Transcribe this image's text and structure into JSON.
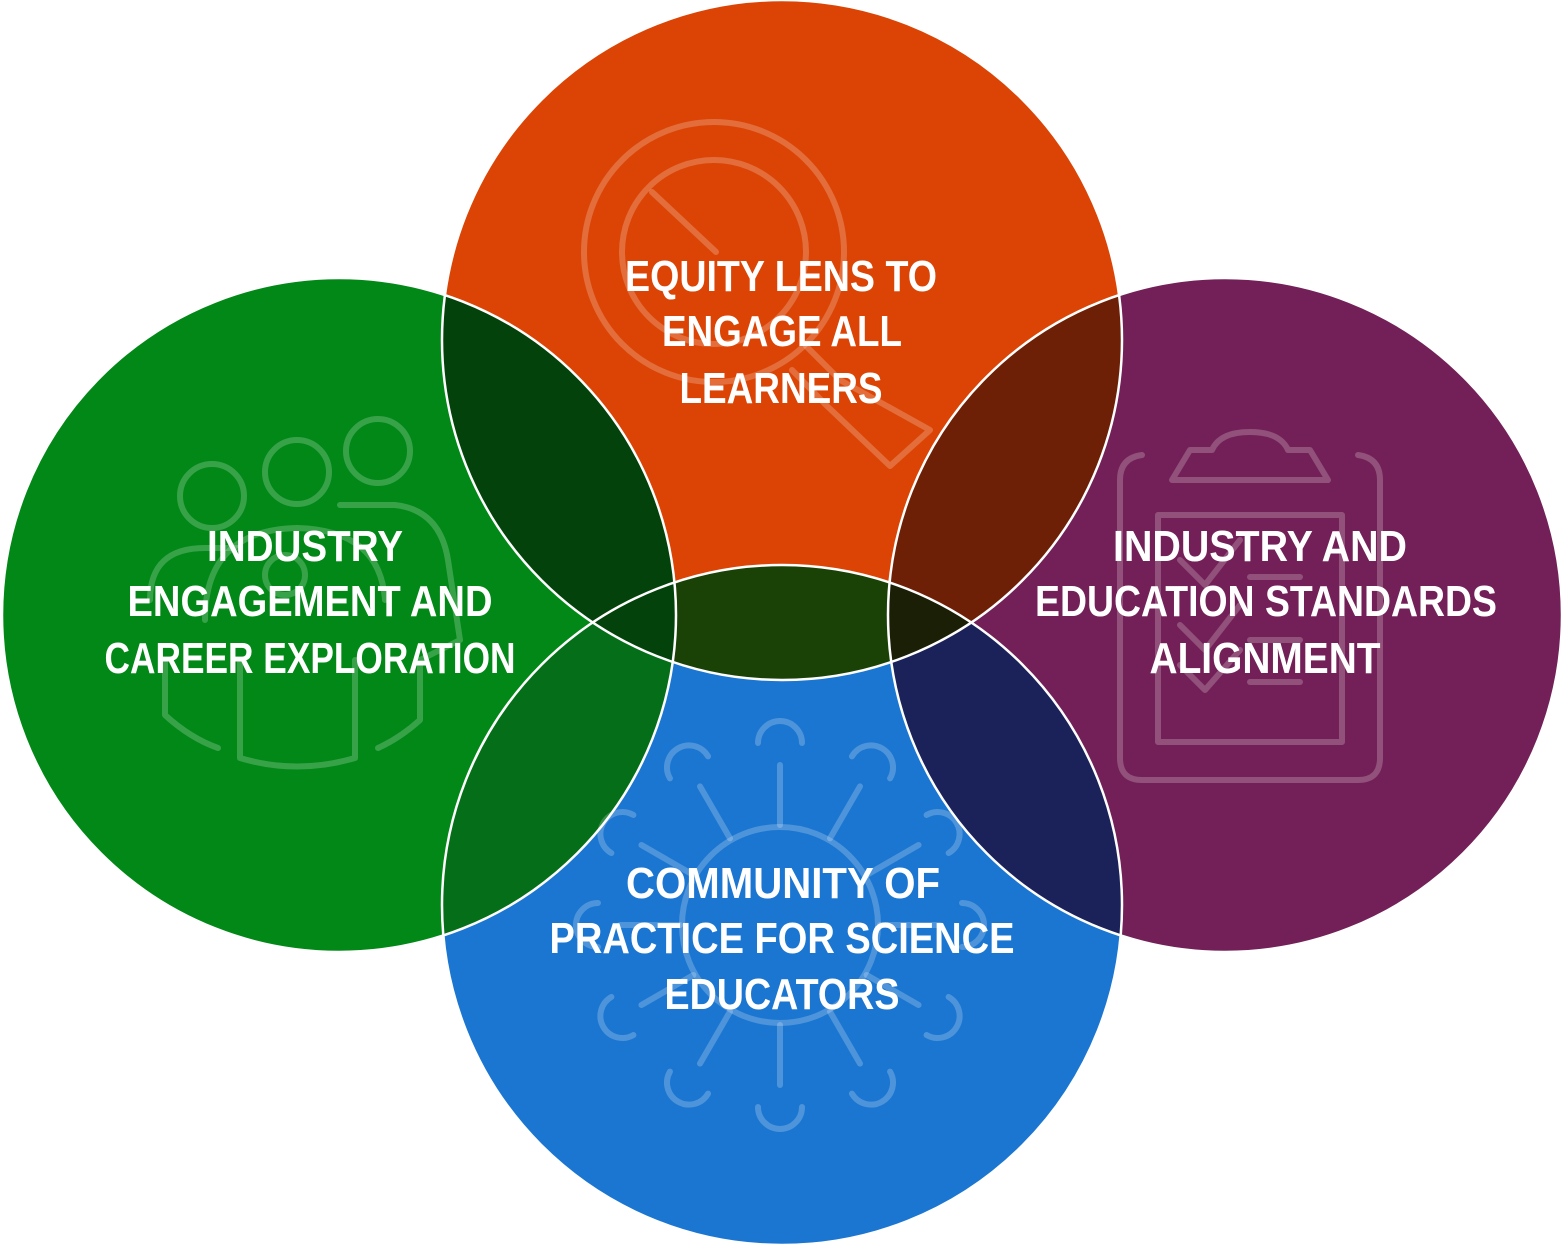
{
  "diagram": {
    "type": "venn",
    "colors": {
      "equity": "#DB4405",
      "industry_engagement": "#018817",
      "standards": "#722057",
      "community": "#1B76D1",
      "equity_industry": "#03420A",
      "equity_standards": "#6E2006",
      "industry_community": "#046F18",
      "standards_community": "#1B2159",
      "equity_community": "#1B4206",
      "equity_standards_community": "#1A1F05"
    },
    "circles": [
      {
        "id": "equity",
        "icon": "magnifier-icon",
        "lines": [
          "EQUITY LENS TO",
          "ENGAGE ALL",
          "LEARNERS"
        ]
      },
      {
        "id": "industry_engagement",
        "icon": "people-group-icon",
        "lines": [
          "INDUSTRY",
          "ENGAGEMENT AND",
          "CAREER EXPLORATION"
        ]
      },
      {
        "id": "standards",
        "icon": "clipboard-checklist-icon",
        "lines": [
          "INDUSTRY AND",
          "EDUCATION STANDARDS",
          "ALIGNMENT"
        ]
      },
      {
        "id": "community",
        "icon": "network-icon",
        "lines": [
          "COMMUNITY OF",
          "PRACTICE FOR SCIENCE",
          "EDUCATORS"
        ]
      }
    ]
  }
}
